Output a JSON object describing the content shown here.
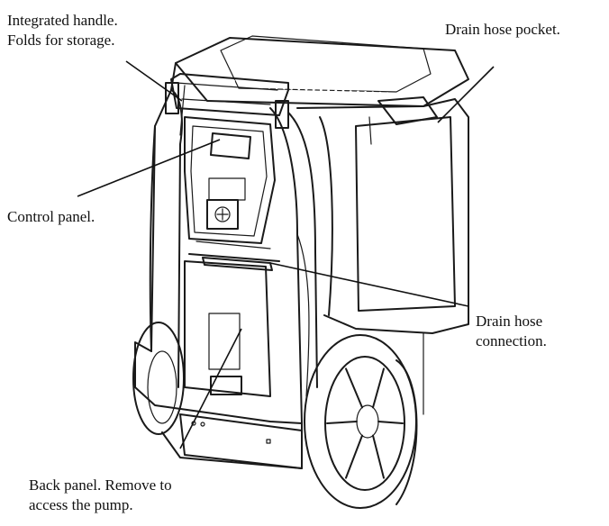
{
  "callouts": [
    {
      "id": "integrated-handle",
      "lines": [
        "Integrated handle.",
        "Folds for storage."
      ]
    },
    {
      "id": "drain-hose-pocket",
      "lines": [
        "Drain hose pocket."
      ]
    },
    {
      "id": "control-panel",
      "lines": [
        "Control panel."
      ]
    },
    {
      "id": "drain-hose-connection",
      "lines": [
        "Drain hose",
        "connection."
      ]
    },
    {
      "id": "back-panel",
      "lines": [
        "Back panel. Remove to",
        "access the pump."
      ]
    }
  ],
  "colors": {
    "ink": "#1a1a1a",
    "background": "#ffffff",
    "grille": "#111111"
  }
}
